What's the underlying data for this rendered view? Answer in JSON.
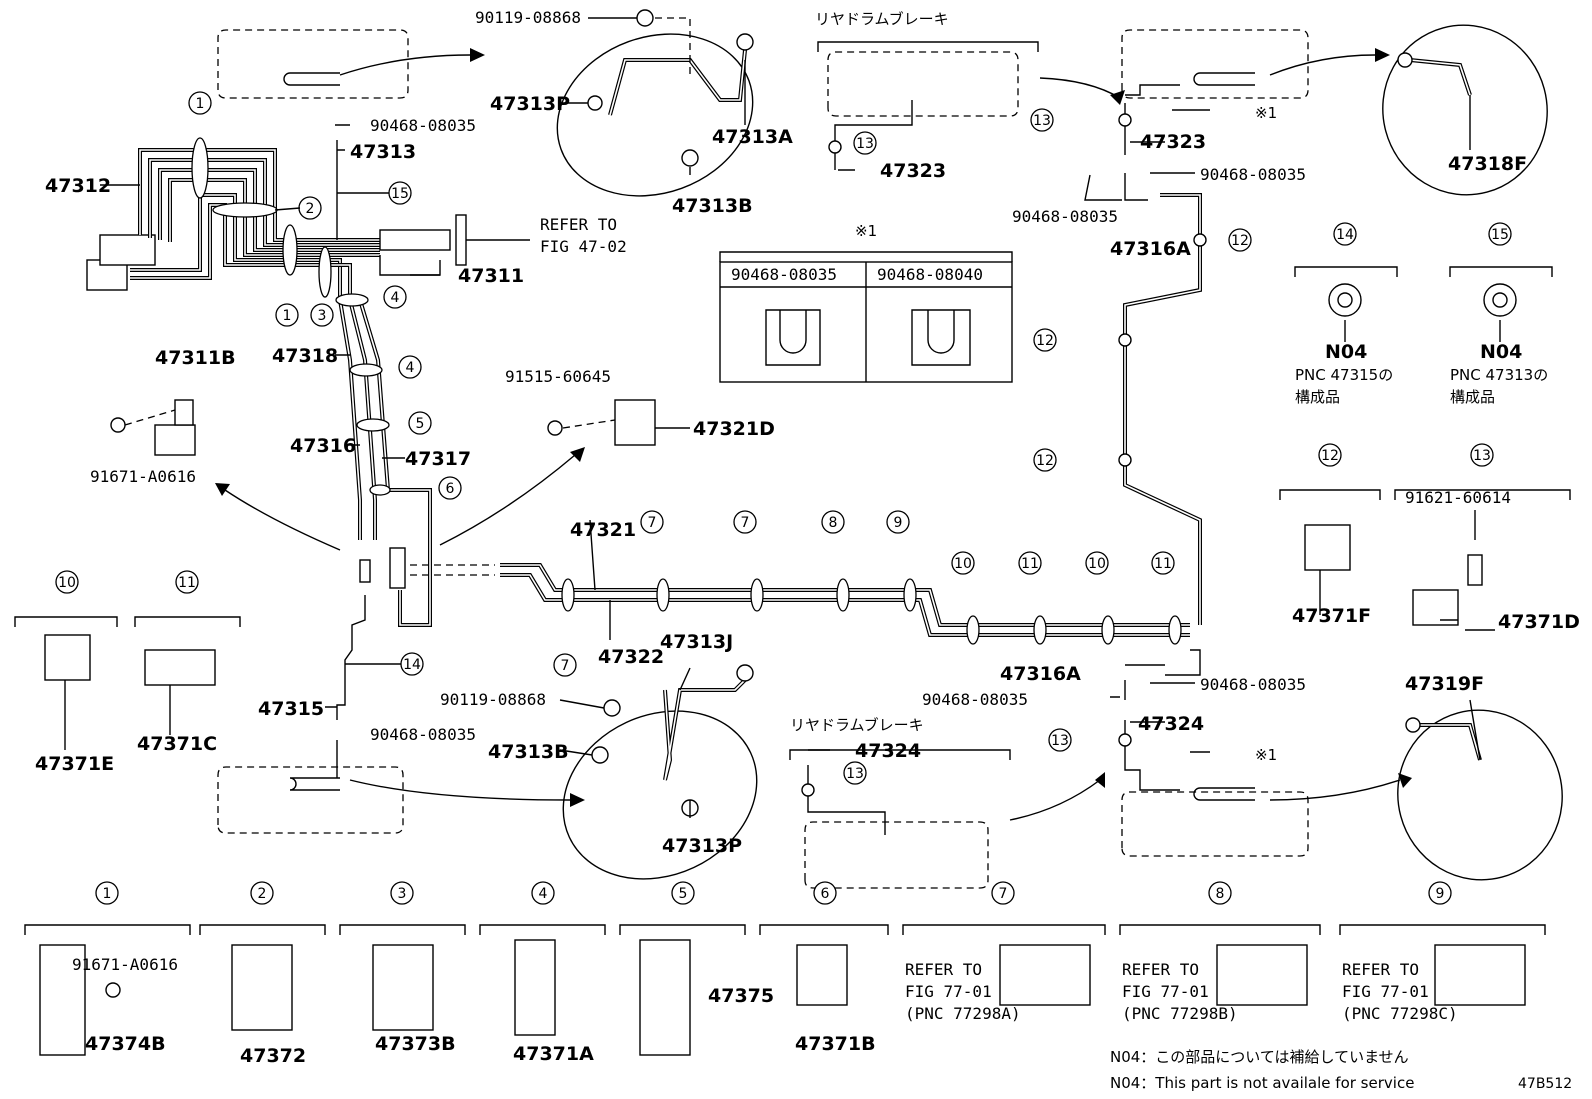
{
  "diagram": {
    "code": "47B512",
    "labels": {
      "p47312": "47312",
      "p47311": "47311",
      "p47311B": "47311B",
      "p91671a": "91671-A0616",
      "p47313": "47313",
      "p90468a": "90468-08035",
      "p47318": "47318",
      "p47316": "47316",
      "p47317": "47317",
      "p47315": "47315",
      "p90468b": "90468-08035",
      "p90119a": "90119-08868",
      "p47313P_top": "47313P",
      "p47313A": "47313A",
      "p47313B_top": "47313B",
      "refer1": "REFER TO",
      "refer2": "FIG 47-02",
      "p91515": "91515-60645",
      "p47321D": "47321D",
      "p47321": "47321",
      "p47322": "47322",
      "p47313J": "47313J",
      "p90119b": "90119-08868",
      "p47313B_bot": "47313B",
      "p47313P_bot": "47313P",
      "rear_top": "リヤドラムブレーキ",
      "rear_bot": "リヤドラムブレーキ",
      "p47323_mid": "47323",
      "p47324_mid": "47324",
      "p47323_r": "47323",
      "p90468c": "90468-08035",
      "p90468d": "90468-08035",
      "p47316A_top": "47316A",
      "p47318F": "47318F",
      "p47316A_bot": "47316A",
      "p90468e": "90468-08035",
      "p90468f": "90468-08035",
      "p47324_r": "47324",
      "p47319F": "47319F",
      "p47371F": "47371F",
      "p91621": "91621-60614",
      "p47371D": "47371D",
      "p47371E": "47371E",
      "p47371C": "47371C",
      "n04_a": "N04",
      "n04_b": "N04",
      "pnc_a1": "PNC 47315の",
      "pnc_a2": "構成品",
      "pnc_b1": "PNC 47313の",
      "pnc_b2": "構成品",
      "star1": "※1",
      "star1_r1": "※1",
      "star1_r2": "※1",
      "table_col1": "90468-08035",
      "table_col2": "90468-08040",
      "note_jp": "N04：この部品については補給していません",
      "note_en": "N04：This part is not availale for service"
    },
    "legend_bottom": [
      {
        "num": "1",
        "parts": [
          "91671-A0616",
          "47374B"
        ]
      },
      {
        "num": "2",
        "parts": [
          "47372"
        ]
      },
      {
        "num": "3",
        "parts": [
          "47373B"
        ]
      },
      {
        "num": "4",
        "parts": [
          "47371A"
        ]
      },
      {
        "num": "5",
        "parts": [
          "47375"
        ]
      },
      {
        "num": "6",
        "parts": [
          "47371B"
        ]
      },
      {
        "num": "7",
        "refer": [
          "REFER TO",
          "FIG 77-01",
          "(PNC 77298A)"
        ]
      },
      {
        "num": "8",
        "refer": [
          "REFER TO",
          "FIG 77-01",
          "(PNC 77298B)"
        ]
      },
      {
        "num": "9",
        "refer": [
          "REFER TO",
          "FIG 77-01",
          "(PNC 77298C)"
        ]
      }
    ],
    "callouts": {
      "c1": "1",
      "c2": "2",
      "c3": "3",
      "c4": "4",
      "c5": "5",
      "c6": "6",
      "c7": "7",
      "c8": "8",
      "c9": "9",
      "c10": "10",
      "c11": "11",
      "c12": "12",
      "c13": "13",
      "c14": "14",
      "c15": "15"
    }
  }
}
